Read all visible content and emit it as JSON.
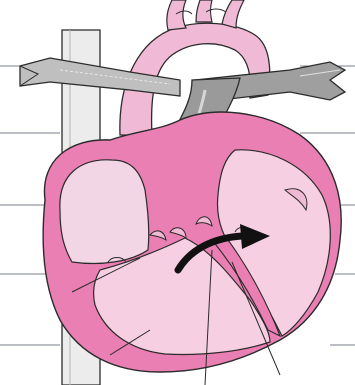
{
  "figure": {
    "kind": "anatomical-illustration",
    "subject": "heart",
    "text_labels": [],
    "leader_line_count": 11,
    "colors": {
      "background": "#ffffff",
      "outline": "#2b2b2b",
      "wall_pink": "#e97fb2",
      "chamber_pink": "#f7cfe2",
      "light_pink": "#f3d6e6",
      "vessel_grey": "#9a9a9a",
      "vessel_grey_light": "#c9c9c9",
      "vein_light": "#ececec",
      "arrow": "#111111"
    },
    "parts": [
      "aortic-arch",
      "pulmonary-trunk",
      "pulmonary-arteries",
      "superior-vena-cava",
      "heart-wall",
      "right-atrium",
      "right-ventricle",
      "left-ventricle",
      "interventricular-septum",
      "blood-flow-arrow",
      "label-leader-lines"
    ]
  }
}
